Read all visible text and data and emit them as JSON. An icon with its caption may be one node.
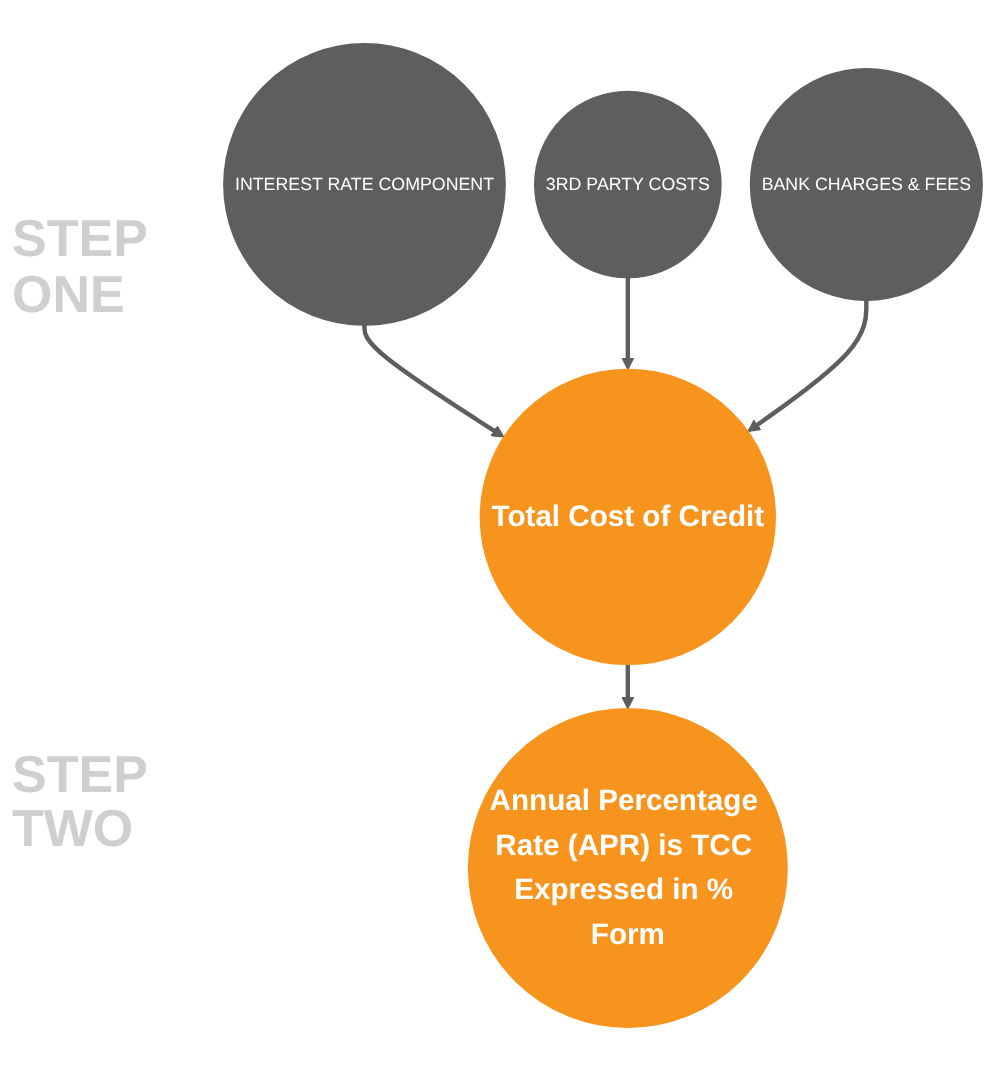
{
  "diagram": {
    "nodes": [
      {
        "text": [
          "INTEREST RATE COMPONENT"
        ]
      },
      {
        "text": [
          "3RD PARTY COSTS"
        ]
      },
      {
        "text": [
          "Total Cost of Credit"
        ]
      },
      {
        "text": [
          "BANK CHARGES & FEES"
        ]
      },
      {
        "text": [
          "Annual Percentage Rate (APR) is TCC Expressed in % Form"
        ]
      }
    ],
    "edges": [
      {
        "from": 0,
        "to": 2,
        "arrow": "to"
      },
      {
        "from": 1,
        "to": 2,
        "arrow": "to"
      },
      {
        "from": 3,
        "to": 2,
        "arrow": "to"
      },
      {
        "from": 2,
        "to": 4,
        "arrow": "to"
      }
    ],
    "labels": [
      "STEP ONE",
      "STEP TWO"
    ]
  }
}
